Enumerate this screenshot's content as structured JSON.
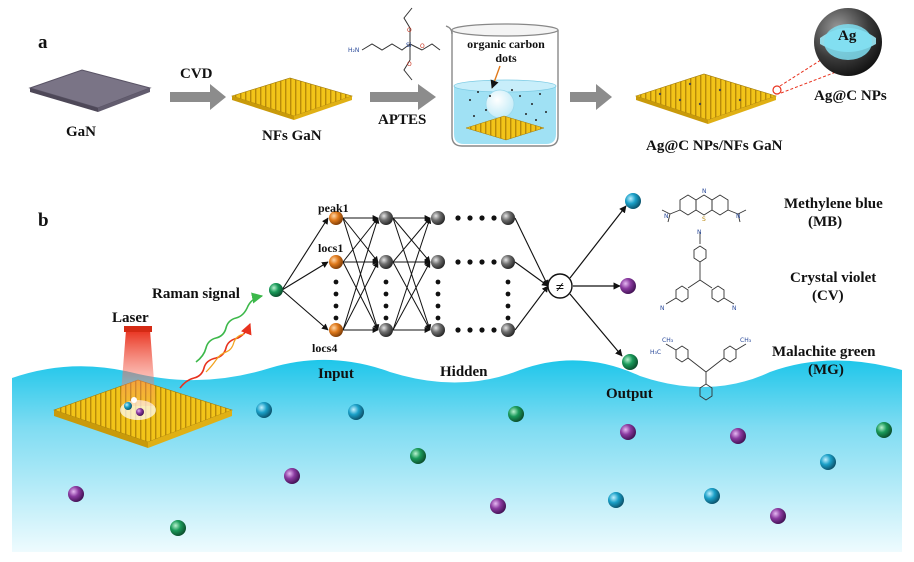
{
  "panel_a": {
    "letter": "a",
    "gan": "GaN",
    "cvd": "CVD",
    "nfs_gan": "NFs GaN",
    "aptes": "APTES",
    "chem_h2n": "H₂N",
    "chem_si": "Si",
    "chem_o": "O",
    "beaker_line1": "organic carbon",
    "beaker_line2": "dots",
    "product": "Ag@C NPs/NFs GaN",
    "sphere_core": "Ag",
    "sphere_label": "Ag@C NPs"
  },
  "panel_b": {
    "letter": "b",
    "laser": "Laser",
    "raman_signal": "Raman signal",
    "peak1": "peak1",
    "locs1": "locs1",
    "locs4": "locs4",
    "input": "Input",
    "hidden": "Hidden",
    "output": "Output",
    "neq_symbol": "≠",
    "mb_name": "Methylene blue",
    "mb_abbr": "(MB)",
    "cv_name": "Crystal violet",
    "cv_abbr": "(CV)",
    "mg_name": "Malachite green",
    "mg_abbr": "(MG)",
    "chem_n": "N",
    "chem_s": "S",
    "chem_ch3": "CH₃",
    "chem_h3c": "H₃C"
  },
  "colors": {
    "water_top": "#1ec6ea",
    "water_bottom": "#e8f9fd",
    "gold": "#f2c419",
    "substrate": "#7a7486",
    "node_orange": "#e07a1c",
    "node_gray": "#6e6e6e",
    "mol_blue": "#1aa0c8",
    "mol_purple": "#8a3aa0",
    "mol_green": "#1a9a5a",
    "arrow_gray": "#8c8c8c"
  }
}
